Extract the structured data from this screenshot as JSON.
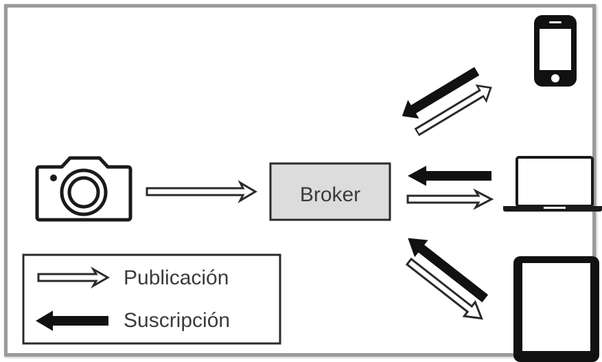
{
  "broker": {
    "label": "Broker"
  },
  "legend": {
    "publish_label": "Publicación",
    "subscribe_label": "Suscripción"
  },
  "devices": {
    "publisher": "camera-icon",
    "subscribers": [
      "smartphone-icon",
      "laptop-icon",
      "tablet-icon"
    ]
  },
  "colors": {
    "frame_border": "#9a9a9a",
    "broker_fill": "#dcdcdc",
    "publish_arrow": "#ffffff",
    "subscribe_arrow": "#111111",
    "outline": "#1a1a1a"
  }
}
